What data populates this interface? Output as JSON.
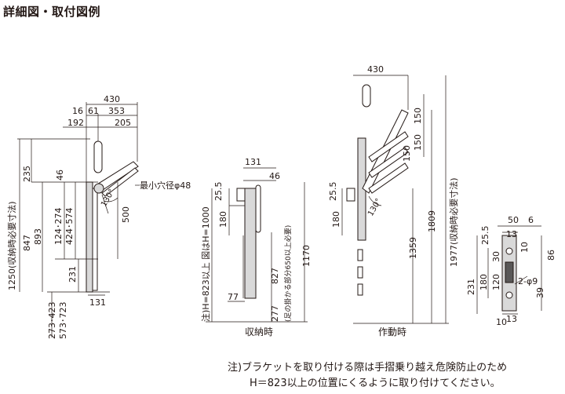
{
  "title": "詳細図・取付図例",
  "note": {
    "line1": "注)ブラケットを取り付ける際は手摺乗り越え危険防止のため",
    "line2": "H＝823以上の位置にくるように取り付けてください。"
  },
  "view1": {
    "dim_430": "430",
    "dim_16": "16",
    "dim_61": "61",
    "dim_353": "353",
    "dim_192": "192",
    "dim_205": "205",
    "dim_1250": "1250(収納時必要寸法)",
    "dim_235": "235",
    "dim_847": "847",
    "dim_893": "893",
    "dim_46": "46",
    "dim_124_274": "124･274",
    "dim_424_574": "424･574",
    "dim_500": "500",
    "dim_231": "231",
    "dim_131": "131",
    "dim_273_423": "273･423",
    "dim_573_723": "573･723",
    "hole_label": "最小穴径φ48",
    "angle": "130°"
  },
  "view2": {
    "dim_131": "131",
    "dim_46": "46",
    "dim_25_5": "25.5",
    "dim_180": "180",
    "note_h": "注)H=823以上 図はH=1000",
    "dim_1170": "1170",
    "dim_827": "827",
    "leg_note": "(足の掛かる部分650以上必要)",
    "dim_77": "77",
    "dim_277": "277",
    "caption": "収納時"
  },
  "view3": {
    "dim_430": "430",
    "dim_150a": "150",
    "dim_150b": "150",
    "dim_150c": "150",
    "dim_25_5": "25.5",
    "dim_180": "180",
    "dim_1359": "1359",
    "dim_1809": "1809",
    "dim_1977": "1977(収納時必要寸法)",
    "angle": "130°",
    "caption": "作動時"
  },
  "view4": {
    "dim_50": "50",
    "dim_6": "6",
    "dim_25_5": "25.5",
    "dim_13": "13",
    "dim_10a": "10",
    "dim_86": "86",
    "dim_231": "231",
    "dim_180": "180",
    "dim_120": "120",
    "dim_30": "30",
    "dim_2_phi9": "2-φ9",
    "dim_39": "39",
    "dim_13b": "13",
    "dim_10b": "10"
  }
}
